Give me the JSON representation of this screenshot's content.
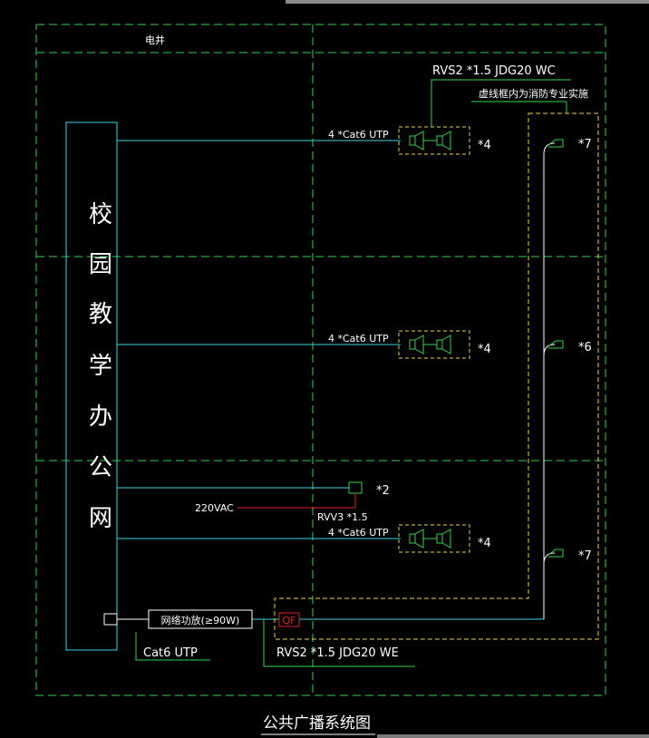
{
  "shaft_label": "电井",
  "network_label": "校园教学办公网",
  "cable_top": "RVS2 *1.5 JDG20 WC",
  "fire_note": "虚线框内为消防专业实施",
  "cat6_label": "4 *Cat6 UTP",
  "speaker_counts": [
    "*4",
    "*4",
    "*4"
  ],
  "fire_counts": [
    "*7",
    "*6",
    "*7"
  ],
  "small_speaker_count": "*2",
  "power_label": "220VAC",
  "power_cable": "RVV3 *1.5",
  "amp_label": "网络功放(≥90W)",
  "amp_cable": "Cat6 UTP",
  "qf_label": "QF",
  "cable_bottom": "RVS2 *1.5 JDG20 WE",
  "title": "公共广播系统图",
  "colors": {
    "green": "#2fd64a",
    "cyan": "#38d6e0",
    "yellow": "#e8d640",
    "red": "#e02020",
    "white": "#ffffff"
  }
}
